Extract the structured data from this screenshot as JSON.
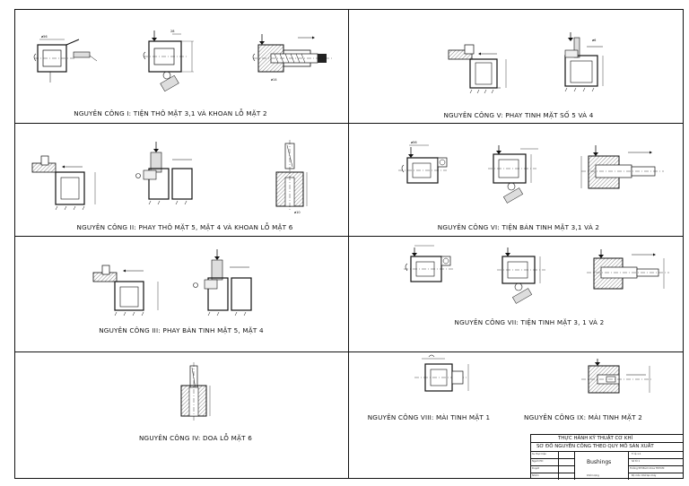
{
  "operations": [
    {
      "id": "op1",
      "caption": "NGUYÊN CÔNG I: TIỆN THÔ MẶT 3,1 VÀ KHOAN LỖ MẶT 2"
    },
    {
      "id": "op2",
      "caption": "NGUYÊN CÔNG II: PHAY THÔ MẶT 5, MẶT 4 VÀ KHOAN LỖ MẶT 6"
    },
    {
      "id": "op3",
      "caption": "NGUYÊN CÔNG III: PHAY BÁN TINH MẶT 5, MẶT 4"
    },
    {
      "id": "op4",
      "caption": "NGUYÊN CÔNG IV: DOA LỖ MẶT 6"
    },
    {
      "id": "op5",
      "caption": "NGUYÊN CÔNG V: PHAY TINH MẶT SỐ 5 VÀ 4"
    },
    {
      "id": "op6",
      "caption": "NGUYÊN CÔNG VI: TIỆN BÁN TINH MẶT 3,1 VÀ 2"
    },
    {
      "id": "op7",
      "caption": "NGUYÊN CÔNG VII: TIỆN TINH MẶT 3, 1 VÀ 2"
    },
    {
      "id": "op8",
      "caption": "NGUYÊN CÔNG VIII: MÀI TINH MẶT 1"
    },
    {
      "id": "op9",
      "caption": "NGUYÊN CÔNG IX: MÀI TINH MẶT 2"
    }
  ],
  "title_block": {
    "course": "THỰC HÀNH KỸ THUẬT CƠ KHÍ",
    "drawing_title": "SƠ ĐỒ NGUYÊN CÔNG THEO QUY MÔ SẢN XUẤT",
    "part_name": "Bushings",
    "left_rows": [
      "Sv thực hiện",
      "Người HD",
      "Duyệt",
      "Nhóm"
    ],
    "right_rows": [
      "Tỉ lệ 1:1",
      "Số tờ 1",
      "Trường ĐH Bách khoa TP.HCM",
      "Bộ môn Chế tạo máy"
    ],
    "small_note": "Khối lượng"
  }
}
